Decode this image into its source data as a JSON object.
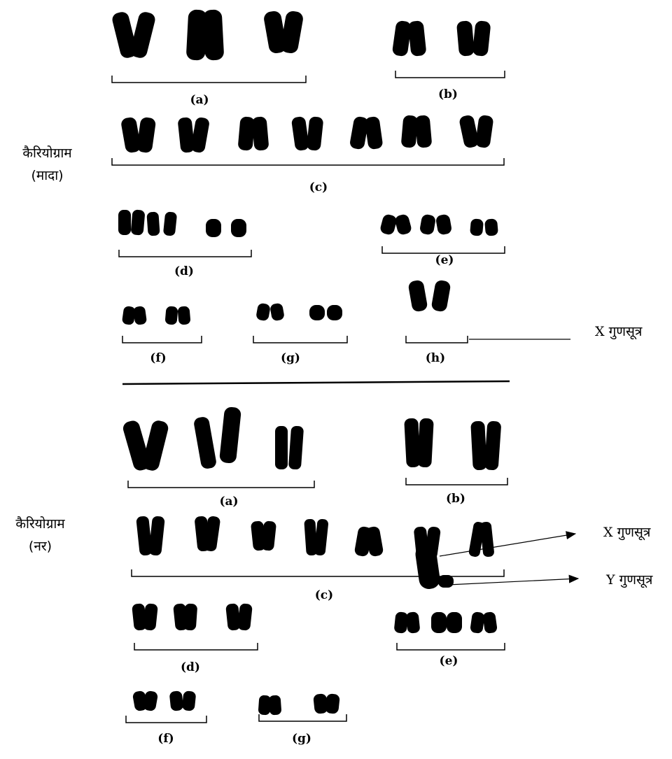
{
  "colors": {
    "ink": "#000000",
    "background": "#ffffff"
  },
  "female": {
    "label_line1": "कैरियोग्राम",
    "label_line2": "(मादा)",
    "groups": [
      {
        "id": "a",
        "label": "(a)"
      },
      {
        "id": "b",
        "label": "(b)"
      },
      {
        "id": "c",
        "label": "(c)"
      },
      {
        "id": "d",
        "label": "(d)"
      },
      {
        "id": "e",
        "label": "(e)"
      },
      {
        "id": "f",
        "label": "(f)"
      },
      {
        "id": "g",
        "label": "(g)"
      },
      {
        "id": "h",
        "label": "(h)"
      }
    ],
    "x_callout": "X गुणसूत्र"
  },
  "male": {
    "label_line1": "कैरियोग्राम",
    "label_line2": "(नर)",
    "groups": [
      {
        "id": "a",
        "label": "(a)"
      },
      {
        "id": "b",
        "label": "(b)"
      },
      {
        "id": "c",
        "label": "(c)"
      },
      {
        "id": "d",
        "label": "(d)"
      },
      {
        "id": "e",
        "label": "(e)"
      },
      {
        "id": "f",
        "label": "(f)"
      },
      {
        "id": "g",
        "label": "(g)"
      }
    ],
    "x_callout": "X गुणसूत्र",
    "y_callout": "Y गुणसूत्र"
  }
}
